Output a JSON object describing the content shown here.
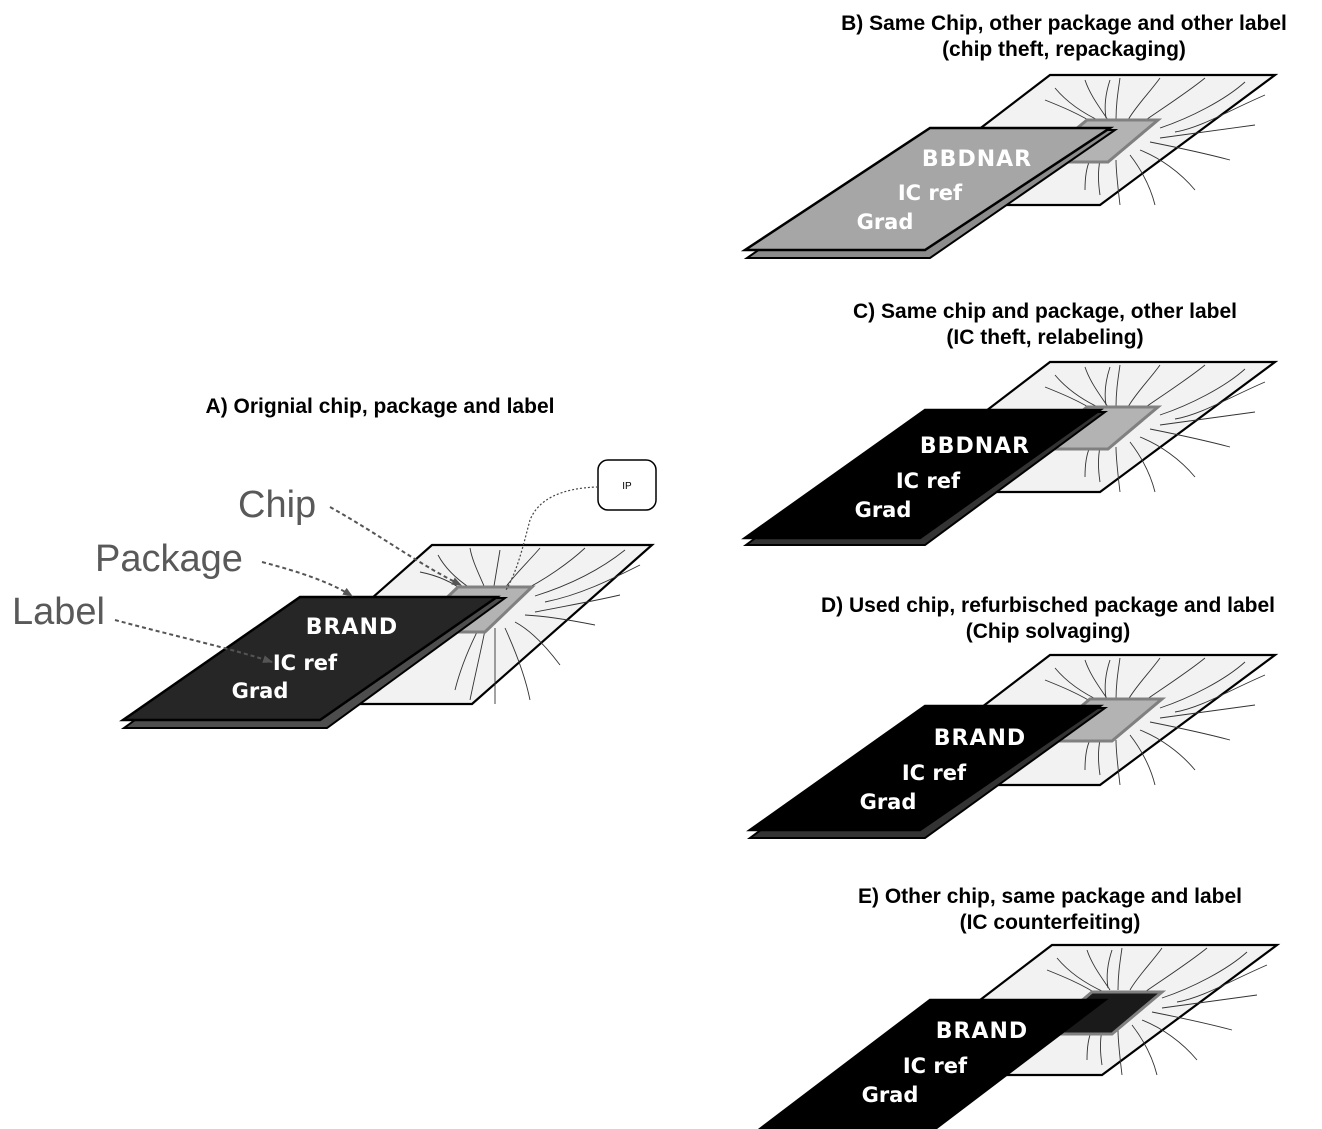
{
  "panels": {
    "a": {
      "title": "A) Orignial chip, package and label",
      "brand": "BRAND",
      "ref": "IC ref",
      "grade": "Grad"
    },
    "b": {
      "title1": "B) Same Chip, other package and other label",
      "title2": "(chip theft, repackaging)",
      "brand": "BBDNAR",
      "ref": "IC ref",
      "grade": "Grad"
    },
    "c": {
      "title1": "C) Same chip and package, other label",
      "title2": "(IC theft, relabeling)",
      "brand": "BBDNAR",
      "ref": "IC ref",
      "grade": "Grad"
    },
    "d": {
      "title1": "D) Used chip, refurbisched package and label",
      "title2": "(Chip solvaging)",
      "brand": "BRAND",
      "ref": "IC ref",
      "grade": "Grad"
    },
    "e": {
      "title1": "E) Other chip, same package and label",
      "title2": "(IC counterfeiting)",
      "brand": "BRAND",
      "ref": "IC ref",
      "grade": "Grad"
    }
  },
  "callouts": {
    "chip": "Chip",
    "package": "Package",
    "label": "Label",
    "ip": "IP"
  },
  "colors": {
    "board": "#f2f2f2",
    "chip_gray": "#b3b3b3",
    "chip_dark": "#1a1a1a",
    "package_black": "#000000",
    "package_dark": "#262626",
    "package_gray": "#a6a6a6",
    "callout_text": "#595959"
  }
}
